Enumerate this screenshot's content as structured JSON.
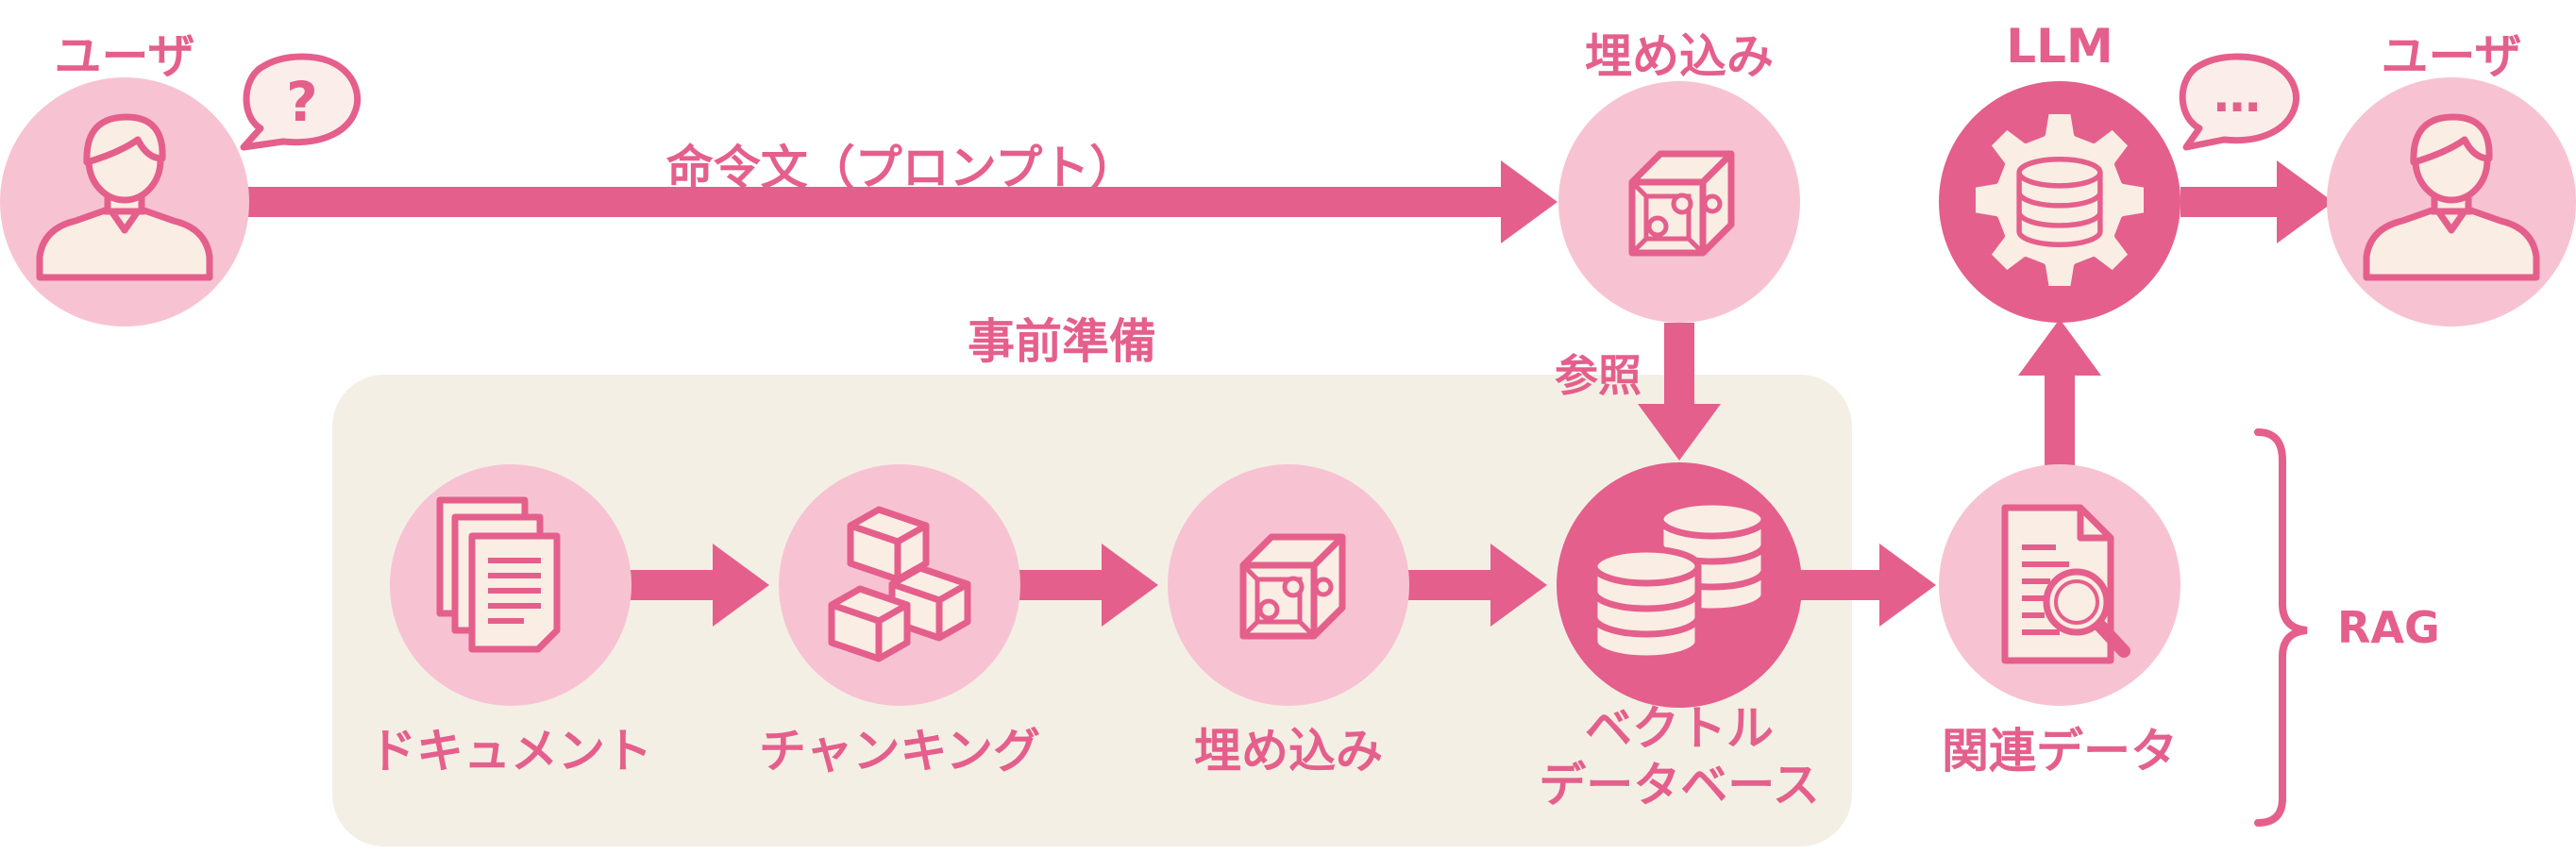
{
  "colors": {
    "accent": "#e55f8c",
    "light_circle": "#f7c3d3",
    "dark_circle": "#e55f8c",
    "panel": "#f4efe5",
    "bubble": "#fbeeea",
    "icon_fill": "#faede3"
  },
  "nodes": {
    "user_left": {
      "label": "ユーザ",
      "icon": "user-icon"
    },
    "embed_top": {
      "label": "埋め込み",
      "icon": "cube-icon"
    },
    "llm": {
      "label": "LLM",
      "icon": "gear-database-icon"
    },
    "user_right": {
      "label": "ユーザ",
      "icon": "user-icon"
    },
    "documents": {
      "label": "ドキュメント",
      "icon": "documents-icon"
    },
    "chunking": {
      "label": "チャンキング",
      "icon": "cubes-icon"
    },
    "embed_bottom": {
      "label": "埋め込み",
      "icon": "cube-icon"
    },
    "vector_db": {
      "label": "ベクトル\nデータベース",
      "icon": "database-icon"
    },
    "related_data": {
      "label": "関連データ",
      "icon": "document-search-icon"
    }
  },
  "edges": {
    "prompt": "命令文（プロンプト）",
    "reference": "参照"
  },
  "groups": {
    "preparation": "事前準備",
    "rag": "RAG"
  },
  "bubbles": {
    "question": "?",
    "answer": "…"
  }
}
